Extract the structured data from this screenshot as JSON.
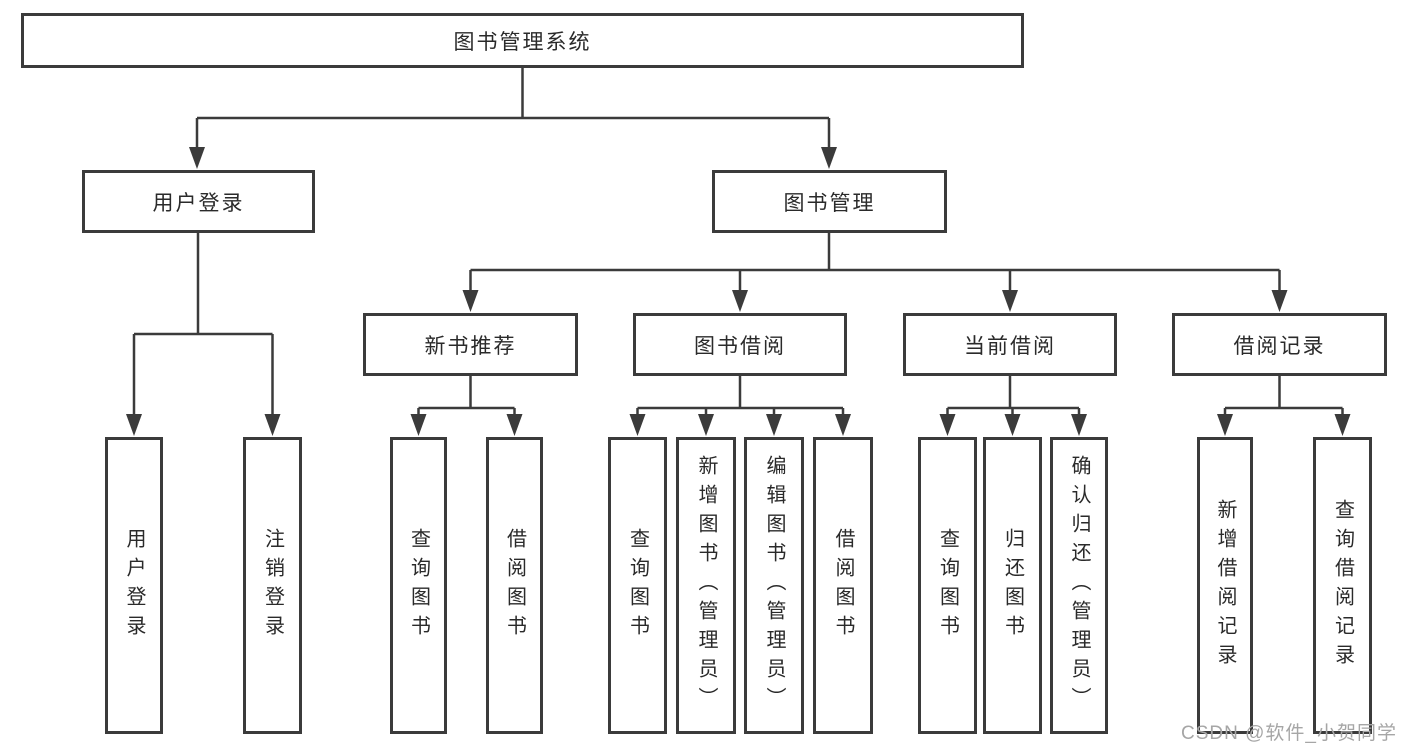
{
  "tree": {
    "label": "图书管理系统",
    "children": [
      {
        "label": "用户登录",
        "children": [
          {
            "label": "用户登录"
          },
          {
            "label": "注销登录"
          }
        ]
      },
      {
        "label": "图书管理",
        "children": [
          {
            "label": "新书推荐",
            "children": [
              {
                "label": "查询图书"
              },
              {
                "label": "借阅图书"
              }
            ]
          },
          {
            "label": "图书借阅",
            "children": [
              {
                "label": "查询图书"
              },
              {
                "label": "新增图书（管理员）"
              },
              {
                "label": "编辑图书（管理员）"
              },
              {
                "label": "借阅图书"
              }
            ]
          },
          {
            "label": "当前借阅",
            "children": [
              {
                "label": "查询图书"
              },
              {
                "label": "归还图书"
              },
              {
                "label": "确认归还（管理员）"
              }
            ]
          },
          {
            "label": "借阅记录",
            "children": [
              {
                "label": "新增借阅记录"
              },
              {
                "label": "查询借阅记录"
              }
            ]
          }
        ]
      }
    ]
  },
  "watermark": {
    "text": "CSDN @软件_小贺同学"
  },
  "colors": {
    "line": "#3b3b3b",
    "text": "#2a2a2a",
    "background": "#ffffff",
    "watermark": "#a6a6a6"
  }
}
